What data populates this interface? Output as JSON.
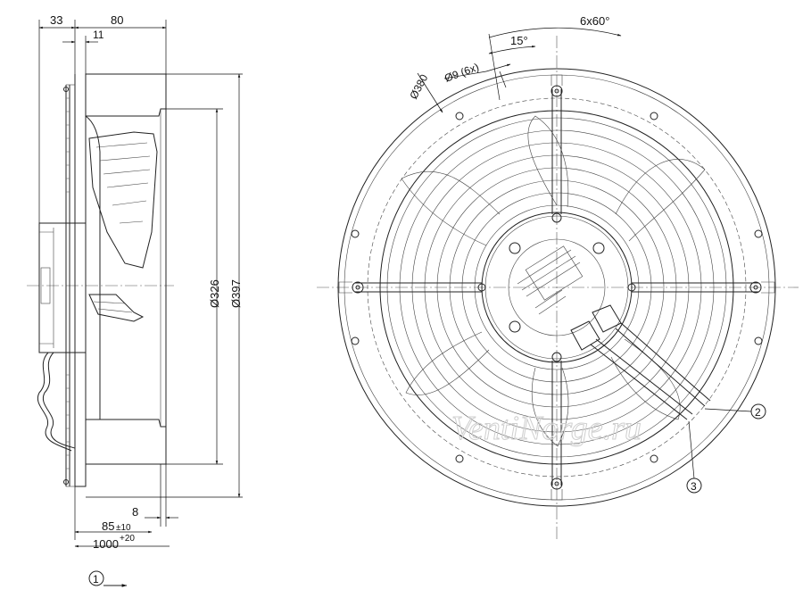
{
  "side_view": {
    "dims": {
      "d33": "33",
      "d80": "80",
      "d11": "11",
      "d8": "8",
      "d85": "85",
      "d85_tol": "±10",
      "d1000": "1000",
      "d1000_tol": "+20",
      "d326": "Ø326",
      "d397": "Ø397"
    },
    "airflow_marker": "1"
  },
  "front_view": {
    "dims": {
      "bolt_pattern": "6x60°",
      "angle": "15°",
      "holes": "Ø9 (6x)",
      "pitch_circle": "Ø380"
    },
    "callouts": [
      "2",
      "3"
    ]
  },
  "watermark": "VentiNorge.ru",
  "colors": {
    "line": "#222222",
    "background": "#ffffff"
  }
}
